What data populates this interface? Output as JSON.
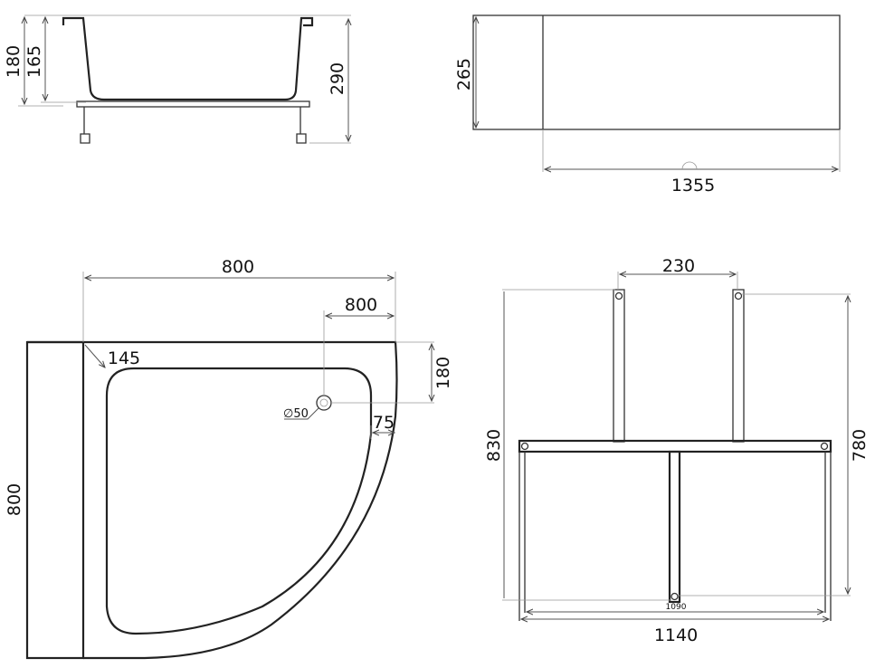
{
  "side_view": {
    "dim_180": "180",
    "dim_165": "165",
    "dim_290": "290"
  },
  "front_view": {
    "dim_265": "265",
    "dim_1355": "1355"
  },
  "plan_view": {
    "dim_width_800": "800",
    "dim_drain_800": "800",
    "dim_drain_180": "180",
    "dim_75": "75",
    "dim_145": "145",
    "dim_drain_diameter": "∅50",
    "dim_depth_800": "800"
  },
  "frame_view": {
    "dim_230": "230",
    "dim_830": "830",
    "dim_780": "780",
    "dim_1090": "1090",
    "dim_1140": "1140"
  }
}
